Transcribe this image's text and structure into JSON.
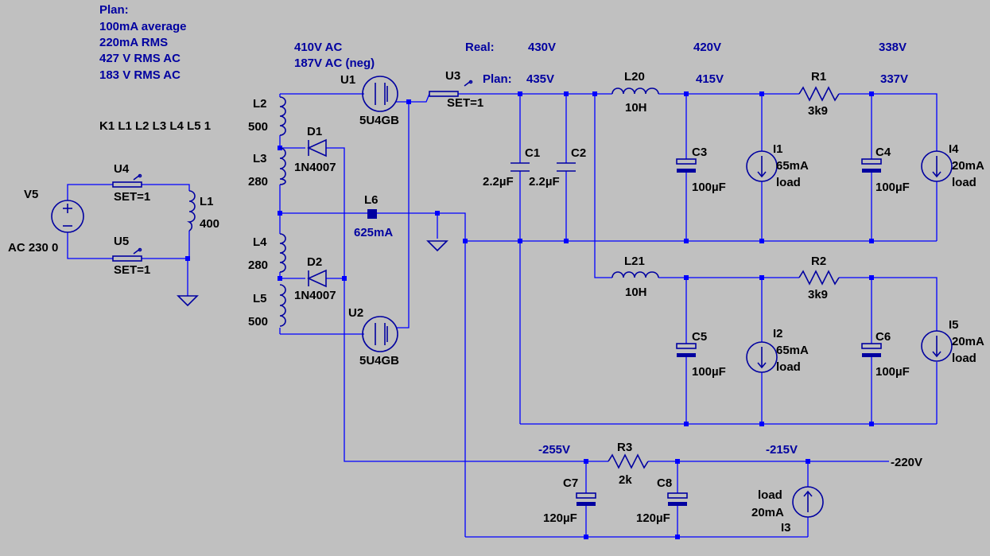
{
  "colors": {
    "background": "#c0c0c0",
    "wire": "#0000ff",
    "symbol": "#0000a0",
    "text": "#000000",
    "annotation": "#0000a0"
  },
  "plan_notes": [
    "Plan:",
    "100mA average",
    "220mA RMS",
    "427 V RMS AC",
    "183 V RMS AC"
  ],
  "coupling": "K1 L1 L2 L3 L4 L5 1",
  "voltage_notes": {
    "secondary_ac": "410V AC",
    "neg_ac": "187V AC (neg)",
    "real_label": "Real:",
    "plan_label": "Plan:",
    "real_430": "430V",
    "plan_435": "435V",
    "real_420": "420V",
    "plan_415": "415V",
    "real_338": "338V",
    "plan_337": "337V",
    "neg_255": "-255V",
    "neg_215": "-215V",
    "neg_220": "-220V",
    "l6_current": "625mA"
  },
  "components": {
    "V5": {
      "name": "V5",
      "value": "AC 230 0"
    },
    "U4": {
      "name": "U4",
      "value": "SET=1"
    },
    "U5": {
      "name": "U5",
      "value": "SET=1"
    },
    "U3": {
      "name": "U3",
      "value": "SET=1"
    },
    "L1": {
      "name": "L1",
      "value": "400"
    },
    "L2": {
      "name": "L2",
      "value": "500"
    },
    "L3": {
      "name": "L3",
      "value": "280"
    },
    "L4": {
      "name": "L4",
      "value": "280"
    },
    "L5": {
      "name": "L5",
      "value": "500"
    },
    "L6": {
      "name": "L6"
    },
    "D1": {
      "name": "D1",
      "value": "1N4007"
    },
    "D2": {
      "name": "D2",
      "value": "1N4007"
    },
    "U1": {
      "name": "U1",
      "value": "5U4GB"
    },
    "U2": {
      "name": "U2",
      "value": "5U4GB"
    },
    "C1": {
      "name": "C1",
      "value": "2.2µF"
    },
    "C2": {
      "name": "C2",
      "value": "2.2µF"
    },
    "L20": {
      "name": "L20",
      "value": "10H"
    },
    "L21": {
      "name": "L21",
      "value": "10H"
    },
    "C3": {
      "name": "C3",
      "value": "100µF"
    },
    "C4": {
      "name": "C4",
      "value": "100µF"
    },
    "C5": {
      "name": "C5",
      "value": "100µF"
    },
    "C6": {
      "name": "C6",
      "value": "100µF"
    },
    "C7": {
      "name": "C7",
      "value": "120µF"
    },
    "C8": {
      "name": "C8",
      "value": "120µF"
    },
    "R1": {
      "name": "R1",
      "value": "3k9"
    },
    "R2": {
      "name": "R2",
      "value": "3k9"
    },
    "R3": {
      "name": "R3",
      "value": "2k"
    },
    "I1": {
      "name": "I1",
      "value": "65mA",
      "extra": "load"
    },
    "I2": {
      "name": "I2",
      "value": "65mA",
      "extra": "load"
    },
    "I3": {
      "name": "I3",
      "value": "20mA",
      "extra": "load"
    },
    "I4": {
      "name": "I4",
      "value": "20mA",
      "extra": "load"
    },
    "I5": {
      "name": "I5",
      "value": "20mA",
      "extra": "load"
    }
  }
}
